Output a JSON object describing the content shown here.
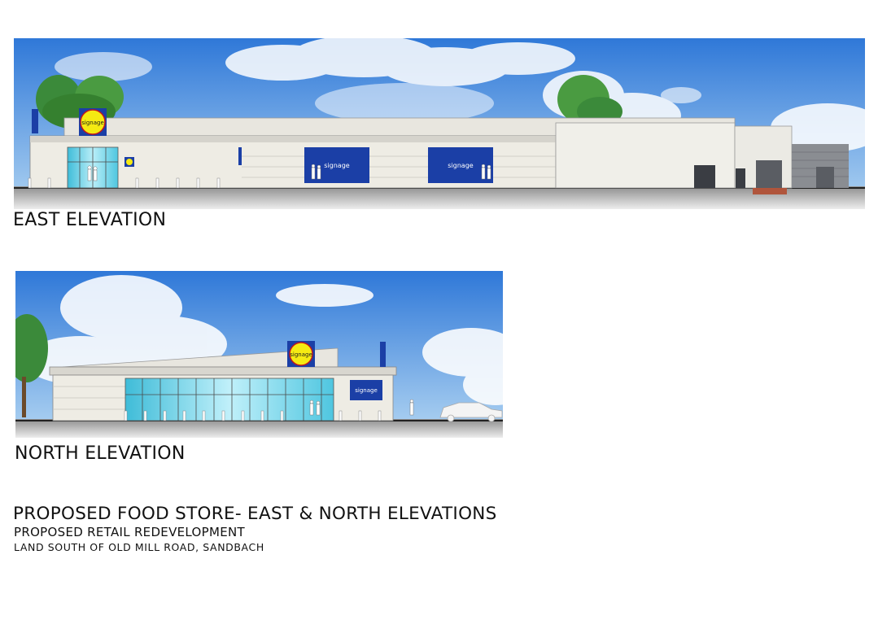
{
  "east": {
    "caption": "EAST ELEVATION",
    "signs": {
      "round": "signage",
      "panel_a": "signage",
      "panel_b": "signage"
    }
  },
  "north": {
    "caption": "NORTH ELEVATION",
    "signs": {
      "round": "signage",
      "panel": "signage"
    }
  },
  "title_block": {
    "title": "PROPOSED FOOD STORE- EAST & NORTH ELEVATIONS",
    "subtitle": "PROPOSED RETAIL REDEVELOPMENT",
    "location": "LAND SOUTH OF OLD MILL ROAD, SANDBACH"
  },
  "colors": {
    "sky_top": "#2f78d8",
    "sky_bottom": "#9fc8ef",
    "signage_blue": "#1b3fa6",
    "signage_yellow": "#f5ea12",
    "glazing": "#5fd0e8",
    "cladding": "#eeece4",
    "ground": "#9c9c9c"
  }
}
